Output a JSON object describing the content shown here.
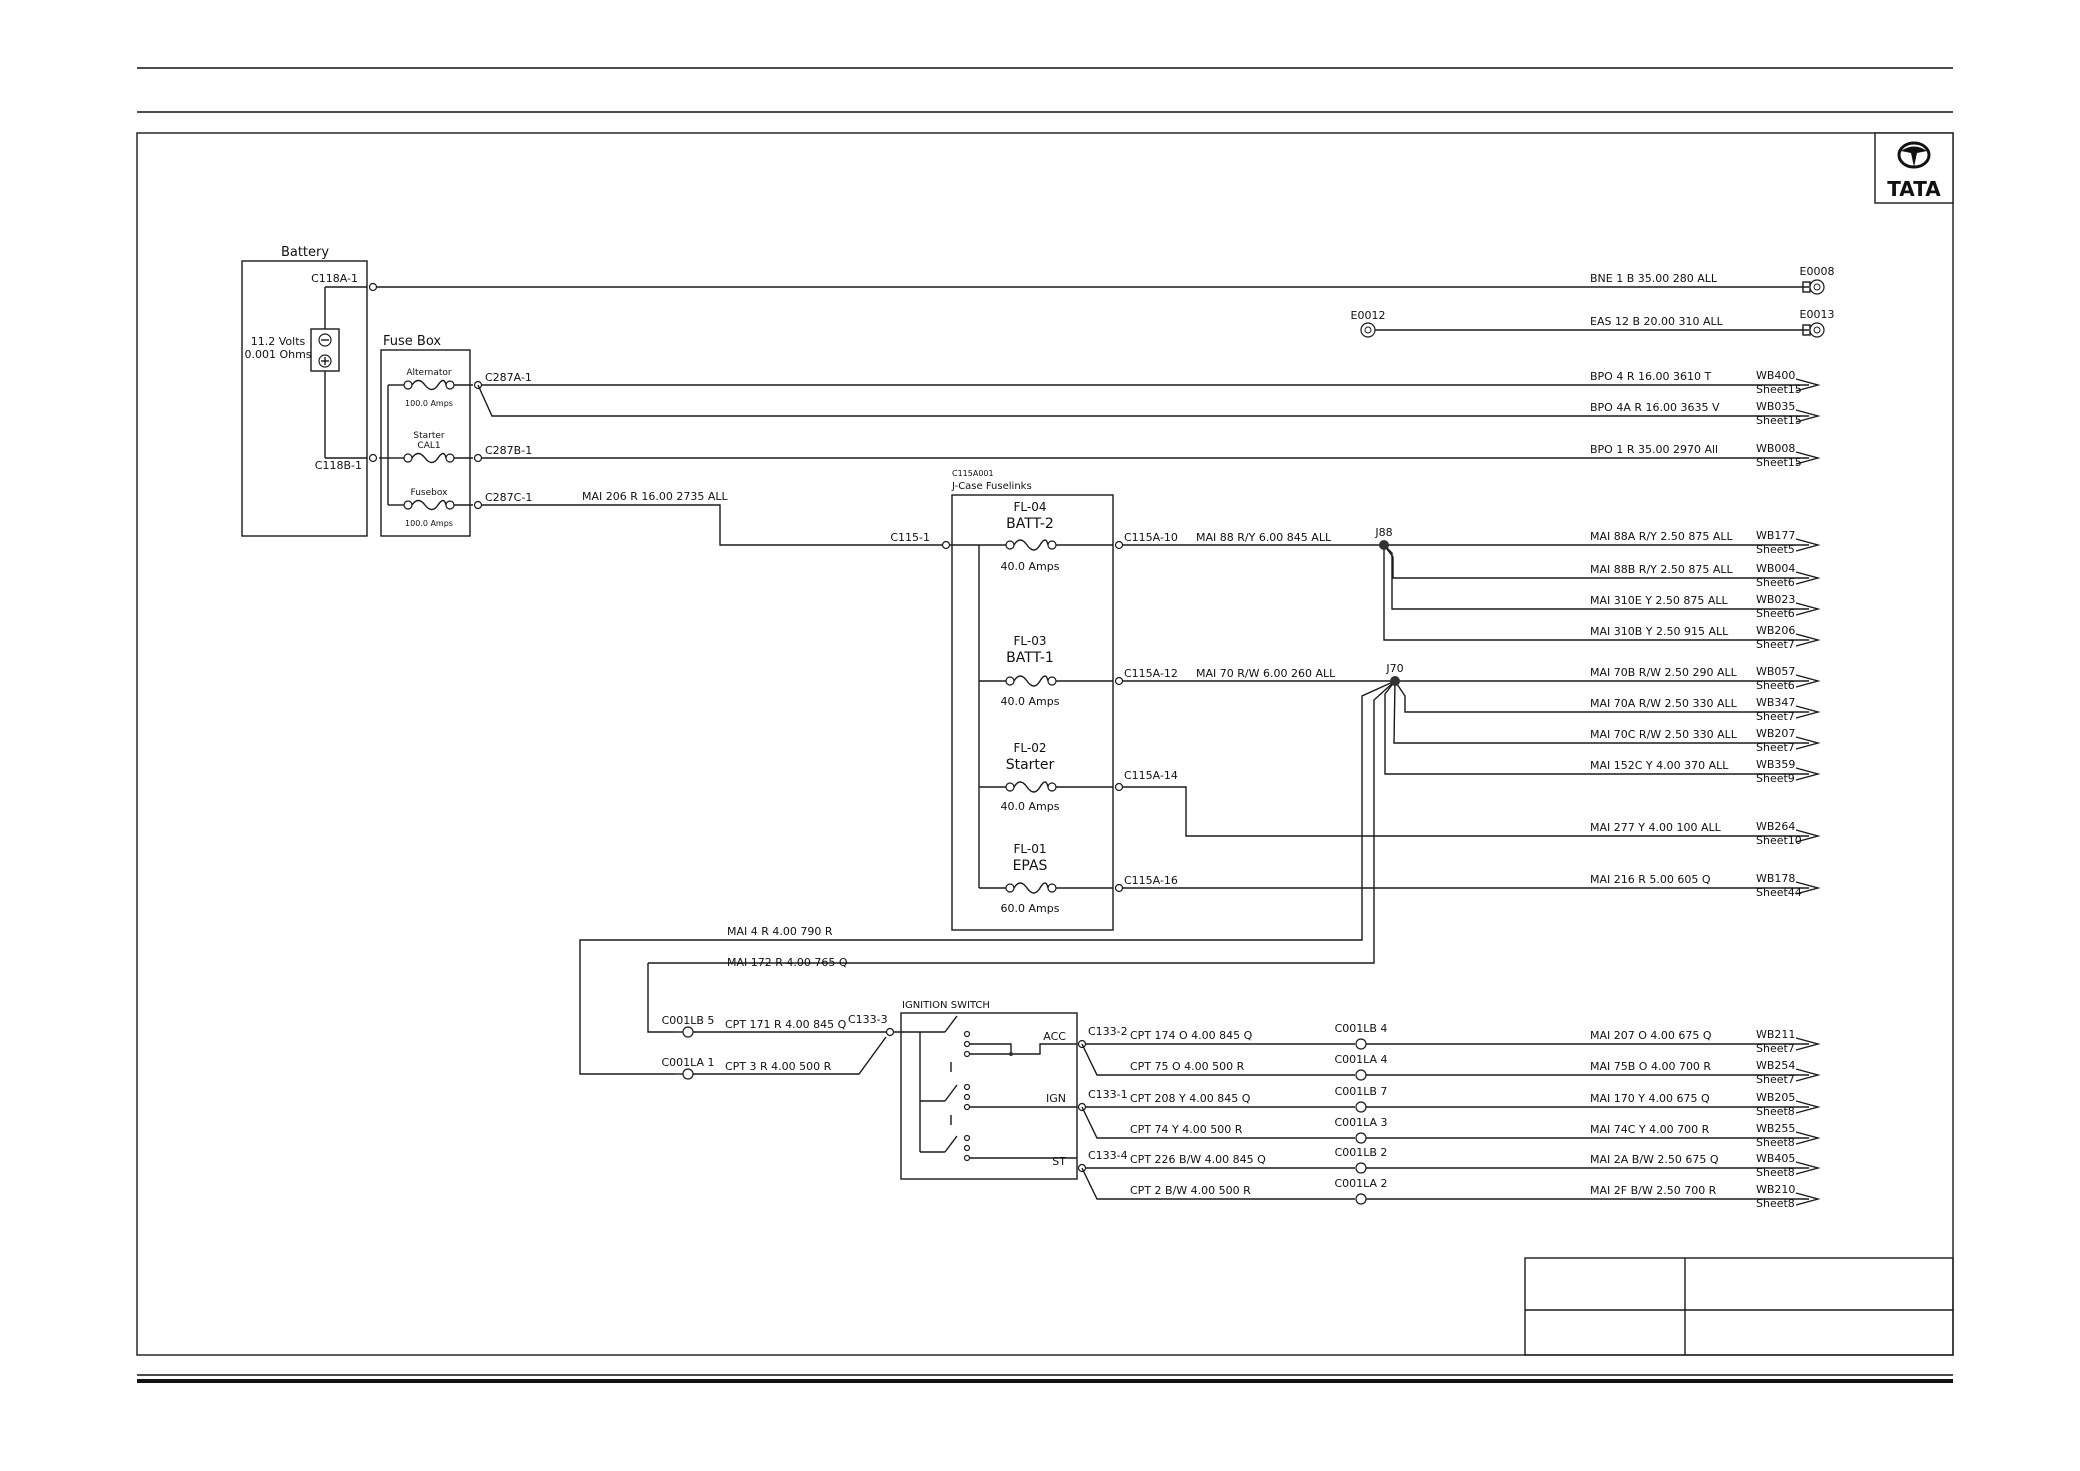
{
  "logo": {
    "text": "TATA"
  },
  "battery": {
    "title": "Battery",
    "volts": "11.2 Volts",
    "ohms": "0.001 Ohms",
    "pos_pin": "C118A-1",
    "neg_pin": "C118B-1"
  },
  "fusebox": {
    "title": "Fuse Box",
    "fuses": [
      {
        "name": "Alternator",
        "rating": "100.0 Amps",
        "pin": "C287A-1"
      },
      {
        "name": "Starter",
        "name2": "CAL1",
        "rating": "",
        "pin": "C287B-1"
      },
      {
        "name": "Fusebox",
        "rating": "100.0 Amps",
        "pin": "C287C-1"
      }
    ],
    "fusebox_wire": "MAI  206  R  16.00  2735  ALL"
  },
  "jcase": {
    "ref": "C115A001",
    "title": "J-Case  Fuselinks",
    "input_pin": "C115-1",
    "fuses": [
      {
        "id": "FL-04",
        "name": "BATT-2",
        "rating": "40.0 Amps",
        "pin": "C115A-10",
        "wire": "MAI  88  R/Y  6.00  845  ALL"
      },
      {
        "id": "FL-03",
        "name": "BATT-1",
        "rating": "40.0 Amps",
        "pin": "C115A-12",
        "wire": "MAI  70  R/W  6.00  260  ALL"
      },
      {
        "id": "FL-02",
        "name": "Starter",
        "rating": "40.0 Amps",
        "pin": "C115A-14",
        "wire": ""
      },
      {
        "id": "FL-01",
        "name": "EPAS",
        "rating": "60.0 Amps",
        "pin": "C115A-16",
        "wire": ""
      }
    ]
  },
  "junctions": {
    "j88": "J88",
    "j70": "J70"
  },
  "ground_pins": {
    "e0012": "E0012"
  },
  "outputs": [
    {
      "wire": "BNE  1  B  35.00  280  ALL",
      "dest": "E0008",
      "sheet": "",
      "kind": "ground"
    },
    {
      "wire": "EAS  12  B  20.00  310  ALL",
      "dest": "E0013",
      "sheet": "",
      "kind": "ground"
    },
    {
      "wire": "BPO  4  R  16.00  3610  T",
      "dest": "WB400",
      "sheet": "Sheet15",
      "kind": "arrow"
    },
    {
      "wire": "BPO  4A  R  16.00  3635  V",
      "dest": "WB035",
      "sheet": "Sheet15",
      "kind": "arrow"
    },
    {
      "wire": "BPO  1  R  35.00  2970  All",
      "dest": "WB008",
      "sheet": "Sheet15",
      "kind": "arrow"
    },
    {
      "wire": "MAI  88A  R/Y  2.50  875  ALL",
      "dest": "WB177",
      "sheet": "Sheet5",
      "kind": "arrow"
    },
    {
      "wire": "MAI  88B  R/Y  2.50  875  ALL",
      "dest": "WB004",
      "sheet": "Sheet6",
      "kind": "arrow"
    },
    {
      "wire": "MAI  310E  Y  2.50  875  ALL",
      "dest": "WB023",
      "sheet": "Sheet6",
      "kind": "arrow"
    },
    {
      "wire": "MAI  310B  Y  2.50  915  ALL",
      "dest": "WB206",
      "sheet": "Sheet7",
      "kind": "arrow"
    },
    {
      "wire": "MAI  70B  R/W  2.50  290  ALL",
      "dest": "WB057",
      "sheet": "Sheet6",
      "kind": "arrow"
    },
    {
      "wire": "MAI  70A  R/W  2.50  330  ALL",
      "dest": "WB347",
      "sheet": "Sheet7",
      "kind": "arrow"
    },
    {
      "wire": "MAI  70C  R/W  2.50  330  ALL",
      "dest": "WB207",
      "sheet": "Sheet7",
      "kind": "arrow"
    },
    {
      "wire": "MAI  152C  Y  4.00  370  ALL",
      "dest": "WB359",
      "sheet": "Sheet9",
      "kind": "arrow"
    },
    {
      "wire": "MAI  277  Y  4.00  100  ALL",
      "dest": "WB264",
      "sheet": "Sheet10",
      "kind": "arrow"
    },
    {
      "wire": "MAI  216  R  5.00  605  Q",
      "dest": "WB178",
      "sheet": "Sheet44",
      "kind": "arrow"
    },
    {
      "wire": "MAI  207  O  4.00  675  Q",
      "dest": "WB211",
      "sheet": "Sheet7",
      "kind": "arrow"
    },
    {
      "wire": "MAI  75B  O  4.00  700  R",
      "dest": "WB254",
      "sheet": "Sheet7",
      "kind": "arrow"
    },
    {
      "wire": "MAI  170  Y  4.00  675  Q",
      "dest": "WB205",
      "sheet": "Sheet8",
      "kind": "arrow"
    },
    {
      "wire": "MAI  74C  Y  4.00  700  R",
      "dest": "WB255",
      "sheet": "Sheet8",
      "kind": "arrow"
    },
    {
      "wire": "MAI  2A  B/W  2.50  675  Q",
      "dest": "WB405",
      "sheet": "Sheet8",
      "kind": "arrow"
    },
    {
      "wire": "MAI  2F  B/W  2.50  700  R",
      "dest": "WB210",
      "sheet": "Sheet8",
      "kind": "arrow"
    }
  ],
  "feeds": {
    "f1": "MAI  4  R  4.00  790  R",
    "f2": "MAI  172  R  4.00  765  Q"
  },
  "ignition": {
    "title": "IGNITION  SWITCH",
    "in_pin": "C133-3",
    "labels": [
      "ACC",
      "IGN",
      "ST"
    ],
    "out_pins": [
      "C133-2",
      "C133-1",
      "C133-4"
    ],
    "lb5": "C001LB  5",
    "lb5_wire": "CPT  171  R  4.00  845  Q",
    "la1": "C001LA  1",
    "la1_wire": "CPT  3  R  4.00  500  R",
    "branches": [
      {
        "wire": "CPT     174  O  4.00  845  Q",
        "conn": "C001LB  4"
      },
      {
        "wire": "CPT     75  O  4.00  500  R",
        "conn": "C001LA  4"
      },
      {
        "wire": "CPT     208  Y  4.00  845  Q",
        "conn": "C001LB  7"
      },
      {
        "wire": "CPT     74  Y  4.00  500  R",
        "conn": "C001LA  3"
      },
      {
        "wire": "CPT     226  B/W  4.00  845  Q",
        "conn": "C001LB  2"
      },
      {
        "wire": "CPT     2  B/W  4.00  500  R",
        "conn": "C001LA  2"
      }
    ]
  }
}
